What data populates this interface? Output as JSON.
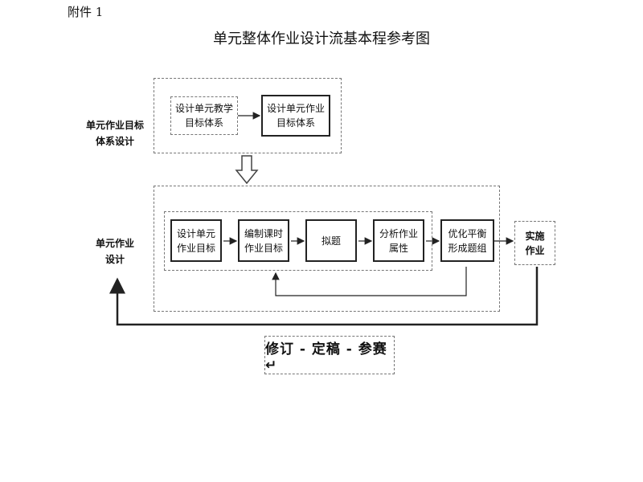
{
  "header": {
    "attachment": "附件 1",
    "title": "单元整体作业设计流基本程参考图"
  },
  "section1": {
    "label": "单元作业目标\n体系设计",
    "box_a": "设计单元教学\n目标体系",
    "box_b": "设计单元作业\n目标体系"
  },
  "section2": {
    "label": "单元作业\n设计",
    "steps": [
      "设计单元\n作业目标",
      "编制课时\n作业目标",
      "拟题",
      "分析作业\n属性",
      "优化平衡\n形成题组"
    ]
  },
  "implement": "实施\n作业",
  "final": "修订 - 定稿 - 参赛↵"
}
